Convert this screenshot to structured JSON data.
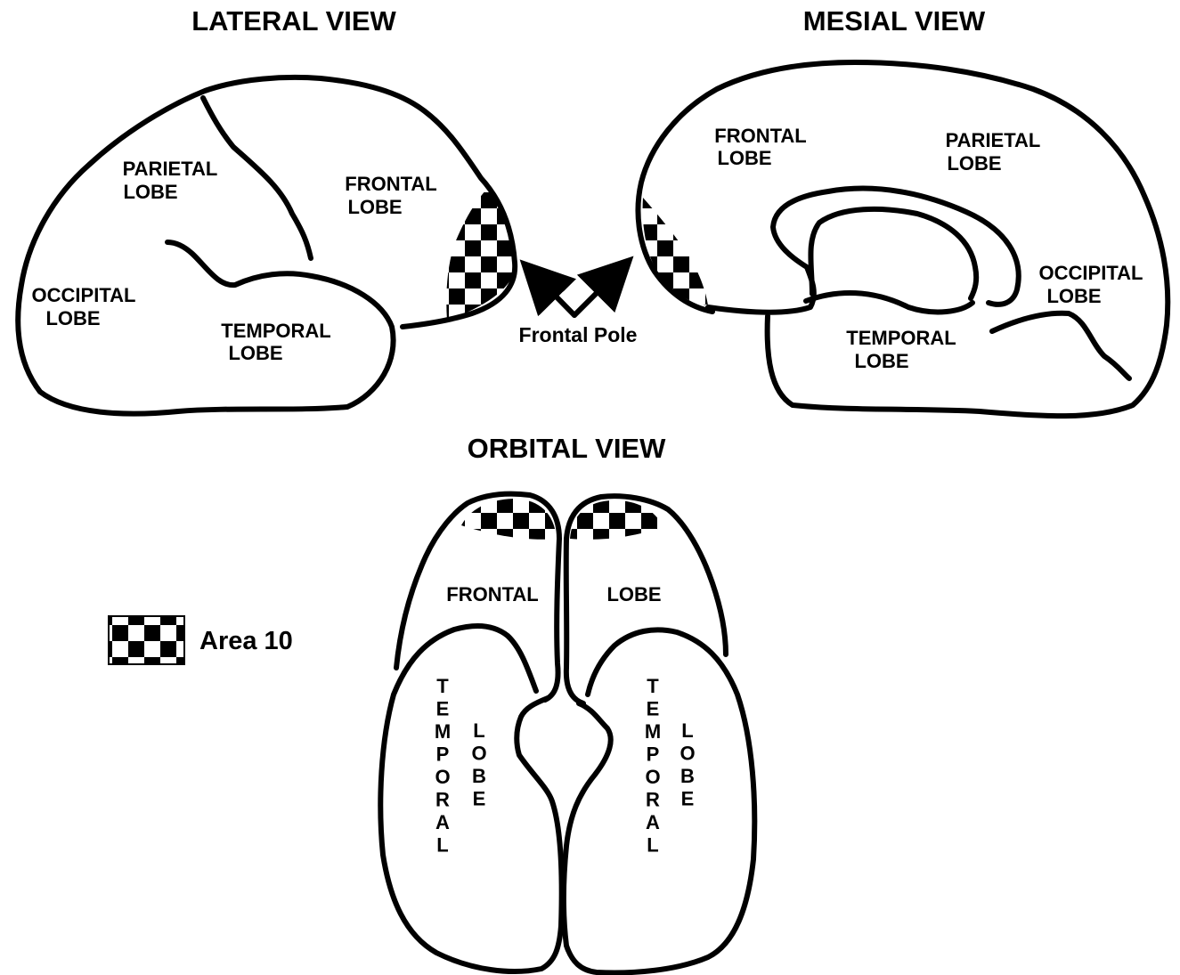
{
  "colors": {
    "ink": "#000000",
    "background": "#ffffff"
  },
  "pattern": "checkerboard",
  "titles": {
    "lateral": "LATERAL VIEW",
    "mesial": "MESIAL VIEW",
    "orbital": "ORBITAL VIEW"
  },
  "lateral": {
    "parietal": [
      "PARIETAL",
      "LOBE"
    ],
    "frontal": [
      "FRONTAL",
      "LOBE"
    ],
    "occipital": [
      "OCCIPITAL",
      "LOBE"
    ],
    "temporal": [
      "TEMPORAL",
      "LOBE"
    ]
  },
  "mesial": {
    "frontal": [
      "FRONTAL",
      "LOBE"
    ],
    "parietal": [
      "PARIETAL",
      "LOBE"
    ],
    "occipital": [
      "OCCIPITAL",
      "LOBE"
    ],
    "temporal": [
      "TEMPORAL",
      "LOBE"
    ]
  },
  "orbital": {
    "frontal_left": "FRONTAL",
    "frontal_right": "LOBE",
    "temporal_vertical": [
      "T",
      "E",
      "M",
      "P",
      "O",
      "R",
      "A",
      "L"
    ],
    "lobe_vertical": [
      "L",
      "O",
      "B",
      "E"
    ]
  },
  "frontal_pole_label": "Frontal Pole",
  "legend": {
    "label": "Area 10"
  }
}
